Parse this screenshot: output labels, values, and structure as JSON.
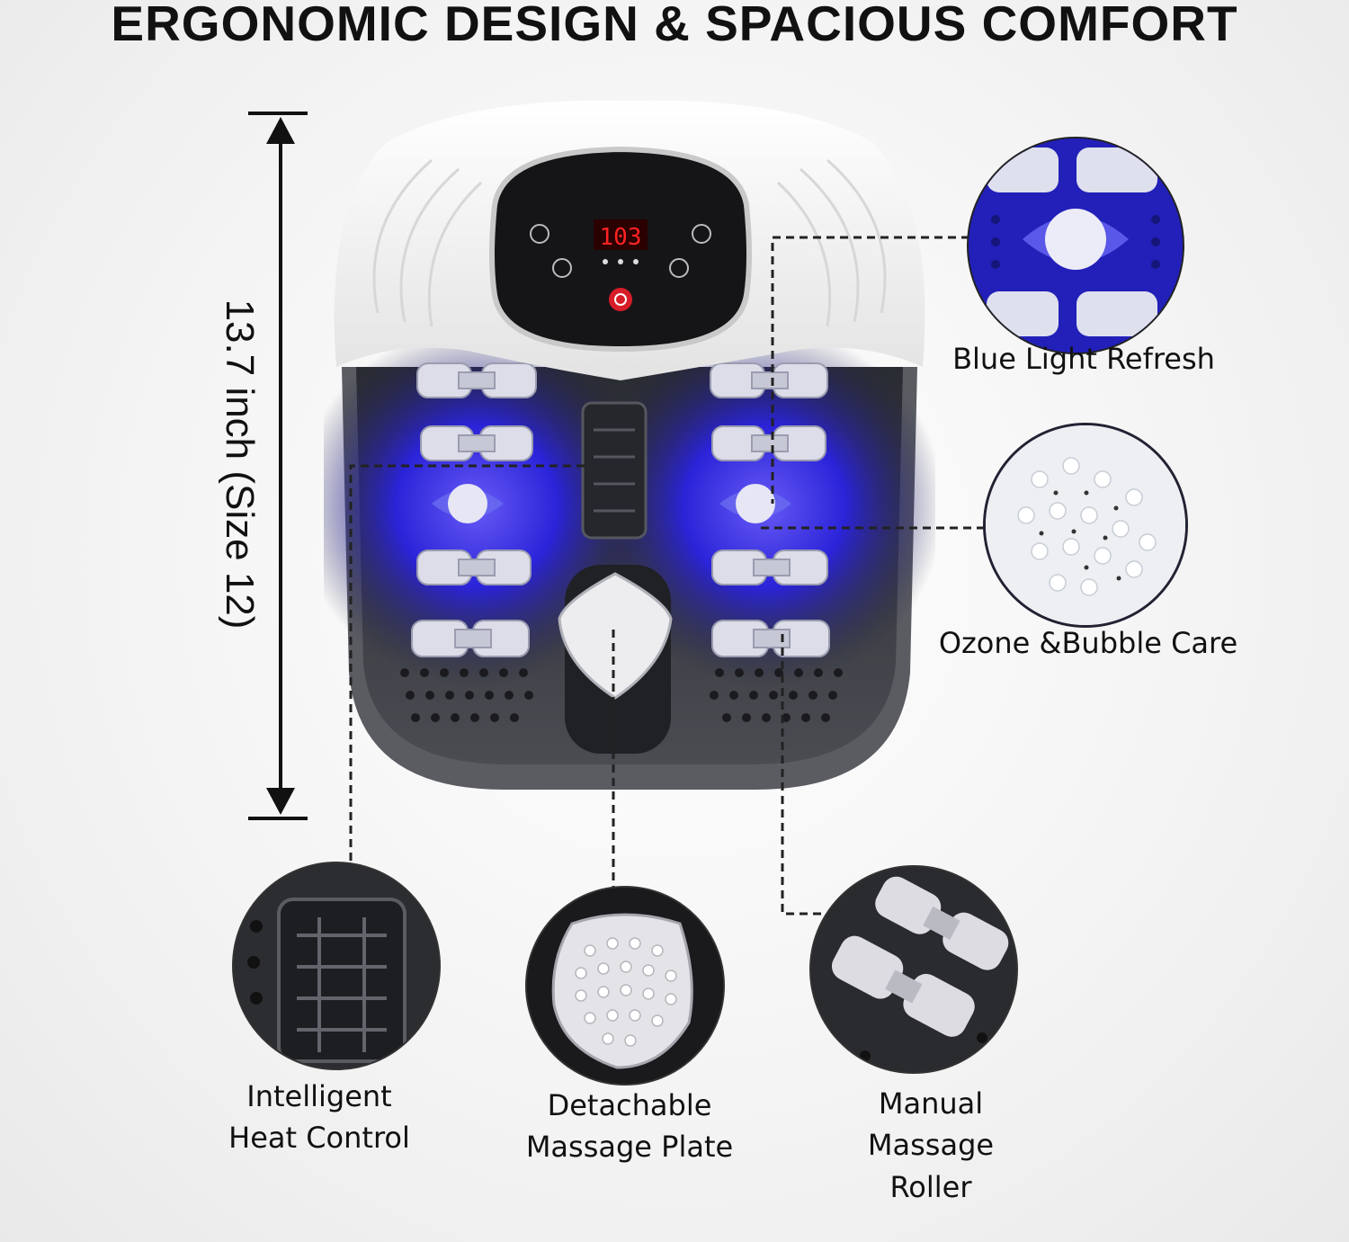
{
  "title": "ERGONOMIC DESIGN & SPACIOUS COMFORT",
  "dimension": "13.7 inch (Size 12)",
  "display_reading": "103",
  "features": {
    "blue_light": "Blue Light Refresh",
    "ozone": "Ozone &Bubble Care",
    "heat_line1": "Intelligent",
    "heat_line2": "Heat Control",
    "plate_line1": "Detachable",
    "plate_line2": "Massage Plate",
    "roller_line1": "Manual",
    "roller_line2": "Massage",
    "roller_line3": "Roller"
  },
  "colors": {
    "blue_glow": "#2a22e0",
    "tub_dark": "#3b3d42",
    "shell_white": "#f7f7f7",
    "display_red": "#ff2222",
    "power_red": "#d81c28"
  }
}
